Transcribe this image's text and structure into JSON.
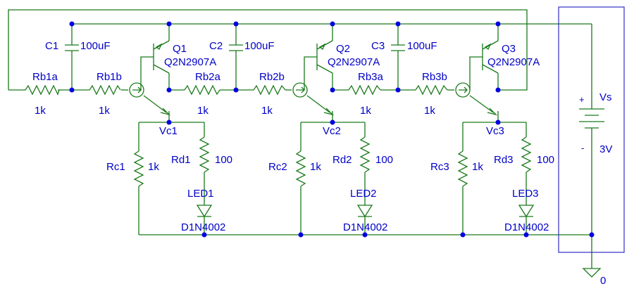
{
  "components": {
    "c1": {
      "name": "C1",
      "value": "100uF"
    },
    "c2": {
      "name": "C2",
      "value": "100uF"
    },
    "c3": {
      "name": "C3",
      "value": "100uF"
    },
    "q1": {
      "name": "Q1",
      "model": "Q2N2907A"
    },
    "q2": {
      "name": "Q2",
      "model": "Q2N2907A"
    },
    "q3": {
      "name": "Q3",
      "model": "Q2N2907A"
    },
    "rb1a": {
      "name": "Rb1a",
      "value": "1k"
    },
    "rb1b": {
      "name": "Rb1b",
      "value": "1k"
    },
    "rb2a": {
      "name": "Rb2a",
      "value": "1k"
    },
    "rb2b": {
      "name": "Rb2b",
      "value": "1k"
    },
    "rb3a": {
      "name": "Rb3a",
      "value": "1k"
    },
    "rb3b": {
      "name": "Rb3b",
      "value": "1k"
    },
    "rc1": {
      "name": "Rc1",
      "value": "1k"
    },
    "rc2": {
      "name": "Rc2",
      "value": "1k"
    },
    "rc3": {
      "name": "Rc3",
      "value": "1k"
    },
    "rd1": {
      "name": "Rd1",
      "value": "100"
    },
    "rd2": {
      "name": "Rd2",
      "value": "100"
    },
    "rd3": {
      "name": "Rd3",
      "value": "100"
    },
    "led1": {
      "name": "LED1",
      "model": "D1N4002"
    },
    "led2": {
      "name": "LED2",
      "model": "D1N4002"
    },
    "led3": {
      "name": "LED3",
      "model": "D1N4002"
    },
    "vs": {
      "name": "Vs",
      "value": "3V",
      "plus": "+",
      "minus": "-"
    }
  },
  "nets": {
    "vc1": "Vc1",
    "vc2": "Vc2",
    "vc3": "Vc3",
    "ground": "0"
  },
  "colors": {
    "wire": "#1a7a1a",
    "label": "#0000c8",
    "junction": "#0000e0",
    "frame": "#3030c0"
  }
}
